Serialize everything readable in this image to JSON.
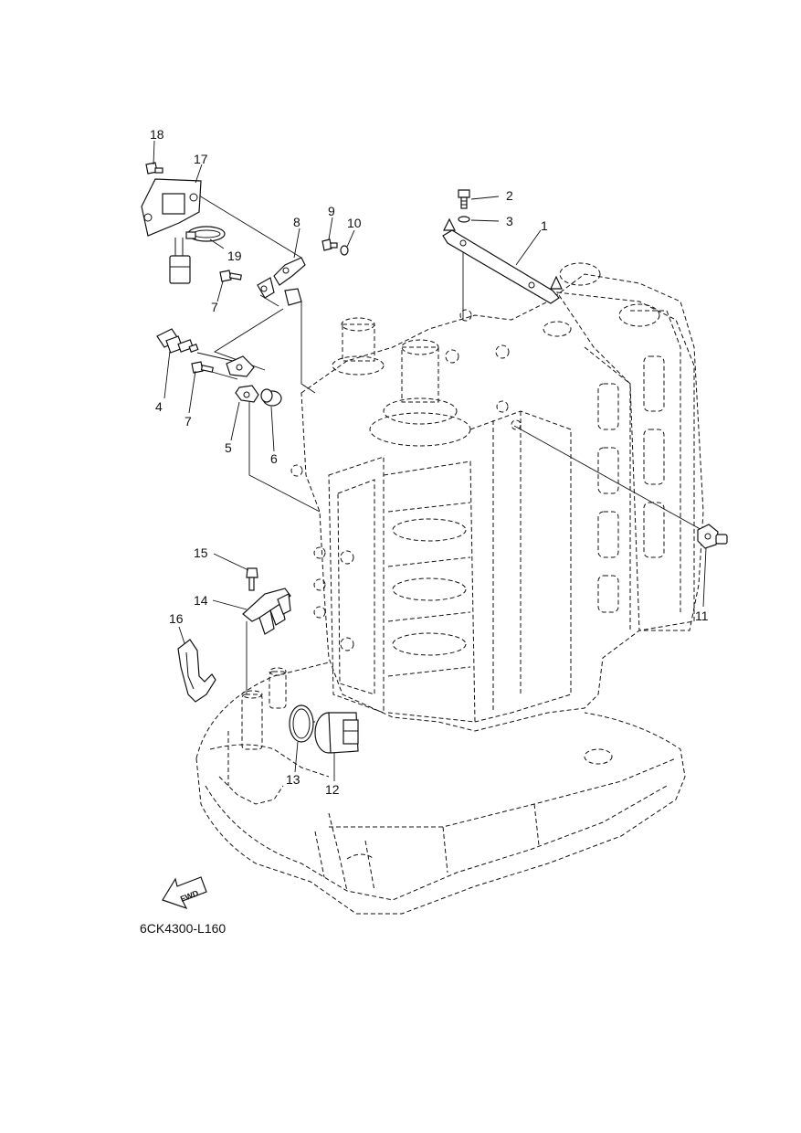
{
  "diagram": {
    "code": "6CK4300-L160",
    "fwd_label": "FWD",
    "callouts": [
      {
        "id": "c1",
        "label": "1"
      },
      {
        "id": "c2",
        "label": "2"
      },
      {
        "id": "c3",
        "label": "3"
      },
      {
        "id": "c4",
        "label": "4"
      },
      {
        "id": "c5",
        "label": "5"
      },
      {
        "id": "c6",
        "label": "6"
      },
      {
        "id": "c7a",
        "label": "7"
      },
      {
        "id": "c7b",
        "label": "7"
      },
      {
        "id": "c8",
        "label": "8"
      },
      {
        "id": "c9",
        "label": "9"
      },
      {
        "id": "c10",
        "label": "10"
      },
      {
        "id": "c11",
        "label": "11"
      },
      {
        "id": "c12",
        "label": "12"
      },
      {
        "id": "c13",
        "label": "13"
      },
      {
        "id": "c14",
        "label": "14"
      },
      {
        "id": "c15",
        "label": "15"
      },
      {
        "id": "c16",
        "label": "16"
      },
      {
        "id": "c17",
        "label": "17"
      },
      {
        "id": "c18",
        "label": "18"
      },
      {
        "id": "c19",
        "label": "19"
      }
    ]
  }
}
